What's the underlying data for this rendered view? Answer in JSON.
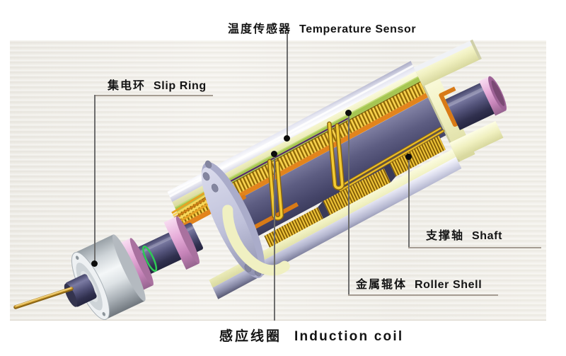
{
  "labels": {
    "temperature_sensor": {
      "zh": "温度传感器",
      "en": "Temperature Sensor"
    },
    "slip_ring": {
      "zh": "集电环",
      "en": "Slip Ring"
    },
    "shaft": {
      "zh": "支撑轴",
      "en": "Shaft"
    },
    "roller_shell": {
      "zh": "金属辊体",
      "en": "Roller Shell"
    },
    "induction_coil": {
      "zh": "感应线圈",
      "en": "Induction coil"
    }
  },
  "colors": {
    "panel_background": "#f0eee9",
    "roller_shell_lavender": "#c6c7dc",
    "sleeve_cream": "#f0f0c0",
    "insulation_green": "#a6c653",
    "sensor_wire_purple": "#55246e",
    "coil_gold": "#d9a91e",
    "coil_highlight": "#ffe26a",
    "frame_orange": "#e2841c",
    "core_slate": "#53537a",
    "slip_ring_pink": "#e7aeda",
    "housing_silver": "#d7dcdf",
    "leader_line": "#6d6d6d",
    "label_text": "#141414"
  }
}
